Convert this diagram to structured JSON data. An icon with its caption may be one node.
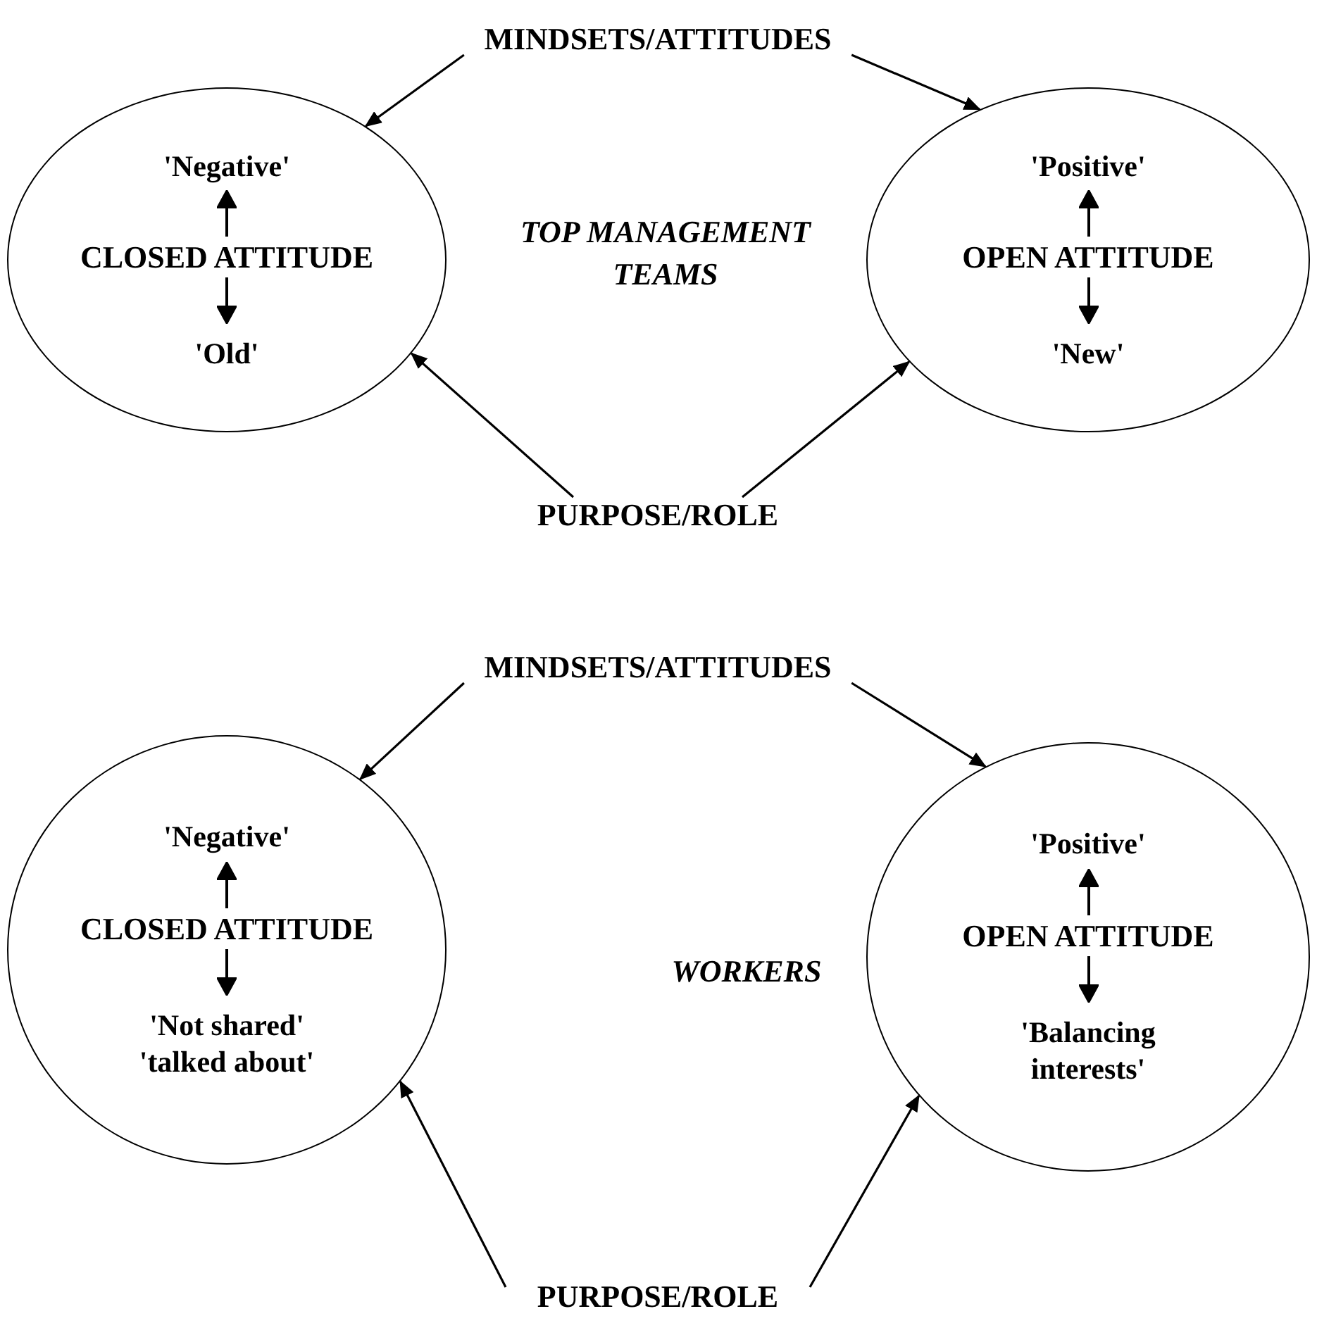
{
  "diagram": {
    "nodes": [
      {
        "text": [
          "MINDSETS/ATTITUDES"
        ]
      },
      {
        "text": [
          "'Negative'",
          "CLOSED ATTITUDE",
          "'Old'"
        ]
      },
      {
        "text": [
          "'Positive'",
          "OPEN ATTITUDE",
          "'New'"
        ]
      },
      {
        "text": [
          "PURPOSE/ROLE"
        ]
      },
      {
        "text": [
          "MINDSETS/ATTITUDES"
        ]
      },
      {
        "text": [
          "'Negative'",
          "CLOSED ATTITUDE",
          "'Not shared'",
          "'talked about'"
        ]
      },
      {
        "text": [
          "'Positive'",
          "OPEN ATTITUDE",
          "'Balancing interests'"
        ]
      },
      {
        "text": [
          "PURPOSE/ROLE"
        ]
      }
    ],
    "edges": [
      {
        "from": 0,
        "to": 1,
        "arrow": "to"
      },
      {
        "from": 0,
        "to": 2,
        "arrow": "to"
      },
      {
        "from": 3,
        "to": 1,
        "arrow": "to"
      },
      {
        "from": 3,
        "to": 2,
        "arrow": "to"
      },
      {
        "from": 4,
        "to": 5,
        "arrow": "to"
      },
      {
        "from": 4,
        "to": 6,
        "arrow": "to"
      },
      {
        "from": 7,
        "to": 5,
        "arrow": "to"
      },
      {
        "from": 7,
        "to": 6,
        "arrow": "to"
      }
    ],
    "labels": [
      "TOP MANAGEMENT TEAMS",
      "WORKERS"
    ]
  }
}
